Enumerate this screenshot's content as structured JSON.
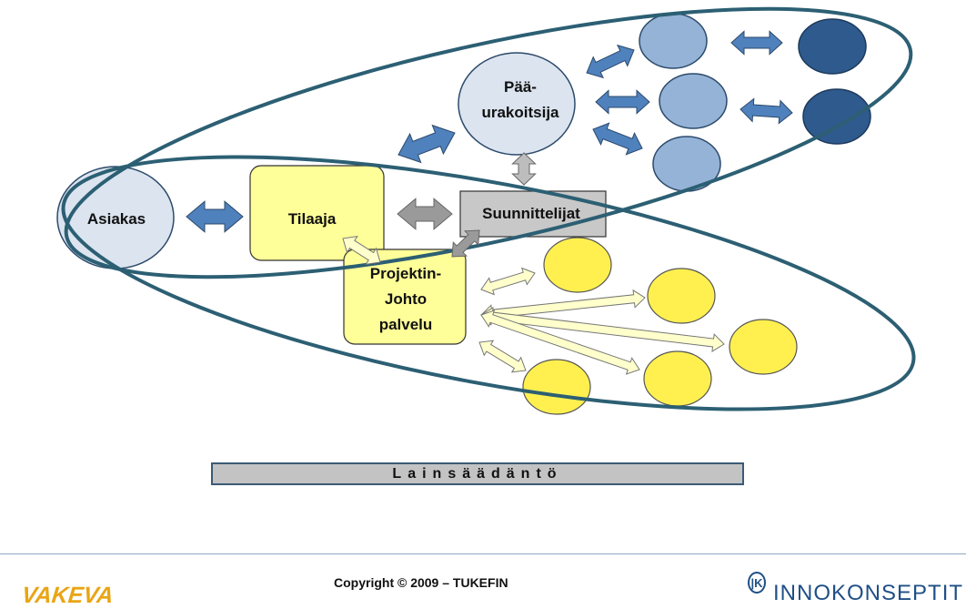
{
  "diagram": {
    "nodes": {
      "asiakas": "Asiakas",
      "tilaaja": "Tilaaja",
      "suunnittelijat": "Suunnittelijat",
      "paaurakoitsija_line1": "Pää-",
      "paaurakoitsija_line2": "urakoitsija",
      "projektin_line1": "Projektin-",
      "projektin_line2": "Johto",
      "projektin_line3": "palvelu"
    },
    "legal_bar": "Lainsäädäntö"
  },
  "footer": {
    "copyright": "Copyright © 2009 – TUKEFIN",
    "logo_left": "VAKEVA",
    "logo_right": "INNOKONSEPTIT"
  },
  "colors": {
    "ellipse_outline": "#2c5f73",
    "light_blue": "#dbe4ef",
    "mid_blue": "#95b3d7",
    "dark_blue": "#2f5a8e",
    "yellow": "#fff27a",
    "gray_box": "#c8c8c8",
    "arrow_blue": "#4f81bd",
    "arrow_gray": "#9a9a9a",
    "arrow_yellow": "#ffffcc"
  }
}
